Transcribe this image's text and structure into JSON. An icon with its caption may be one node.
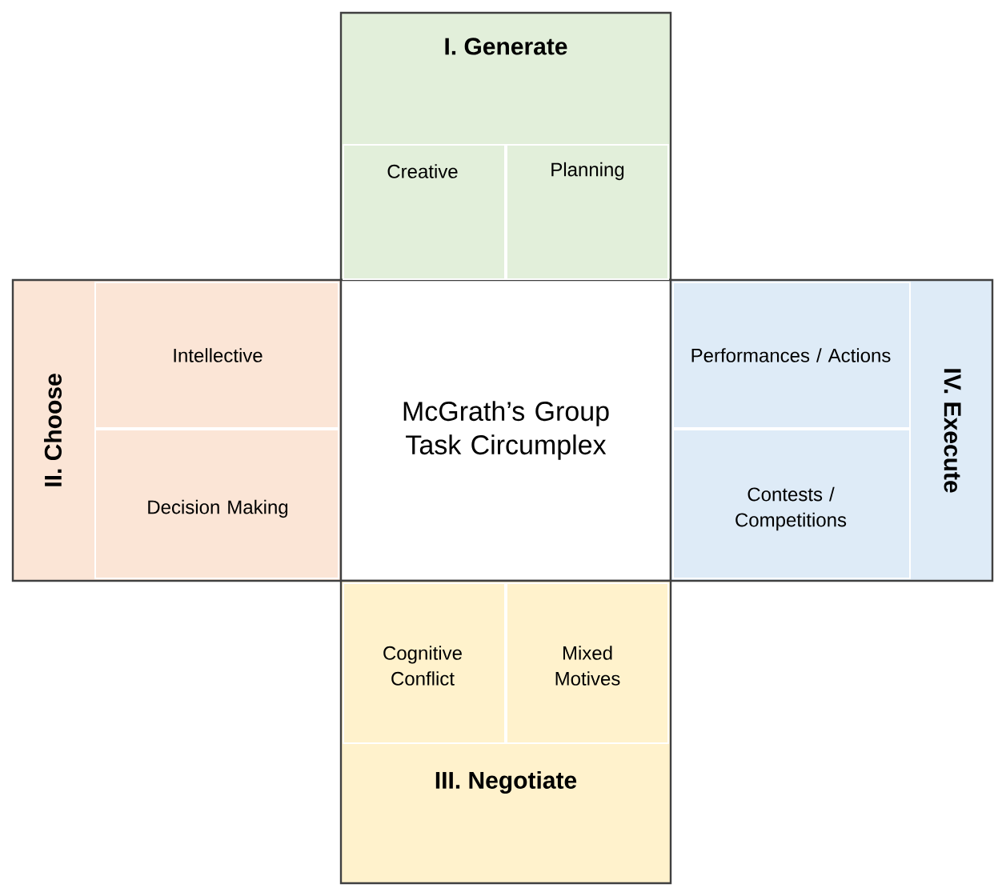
{
  "diagram": {
    "nodes": [
      {
        "text": [
          "I. Generate"
        ]
      },
      {
        "text": [
          "Creative"
        ],
        "in": 0
      },
      {
        "text": [
          "Planning"
        ],
        "in": 0
      },
      {
        "text": [
          "II. Choose"
        ]
      },
      {
        "text": [
          "Intellective"
        ],
        "in": 3
      },
      {
        "text": [
          "Decision Making"
        ],
        "in": 3
      },
      {
        "text": [
          "McGrath’s Group Task Circumplex"
        ]
      },
      {
        "text": [
          "IV. Execute"
        ]
      },
      {
        "text": [
          "Performances / Actions"
        ],
        "in": 7
      },
      {
        "text": [
          "Contests / Competitions"
        ],
        "in": 7
      },
      {
        "text": [
          "III. Negotiate"
        ]
      },
      {
        "text": [
          "Cognitive Conflict"
        ],
        "in": 10
      },
      {
        "text": [
          "Mixed Motives"
        ],
        "in": 10
      }
    ]
  }
}
